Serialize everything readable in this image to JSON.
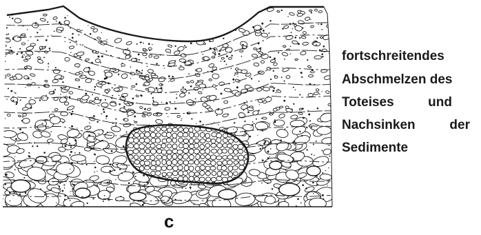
{
  "figure": {
    "panel_label": "c",
    "caption_lines": [
      "fortschreitendes",
      "Abschmelzen des",
      "Toteises und",
      "Nachsinken der",
      "Sedimente"
    ]
  },
  "colors": {
    "ink": "#1a1a1a",
    "background": "#ffffff"
  }
}
